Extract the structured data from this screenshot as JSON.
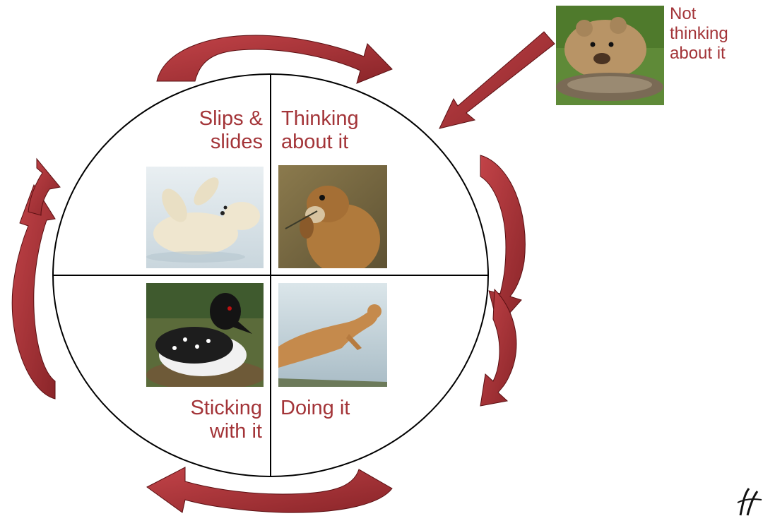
{
  "colors": {
    "accent": "#A33438",
    "arrow_light": "#C94A4F",
    "arrow_dark": "#7A1E22",
    "outline": "#000000"
  },
  "stages": {
    "slips": {
      "line1": "Slips &",
      "line2": "slides",
      "image": "polar-bear-photo"
    },
    "thinking": {
      "line1": "Thinking",
      "line2": "about it",
      "image": "prairie-dog-photo"
    },
    "sticking": {
      "line1": "Sticking",
      "line2": "with it",
      "image": "loon-photo"
    },
    "doing": {
      "line1": "Doing it",
      "image": "cougar-photo"
    },
    "not_thinking": {
      "line1": "Not",
      "line2": "thinking",
      "line3": "about it",
      "image": "grizzly-bear-photo"
    }
  }
}
